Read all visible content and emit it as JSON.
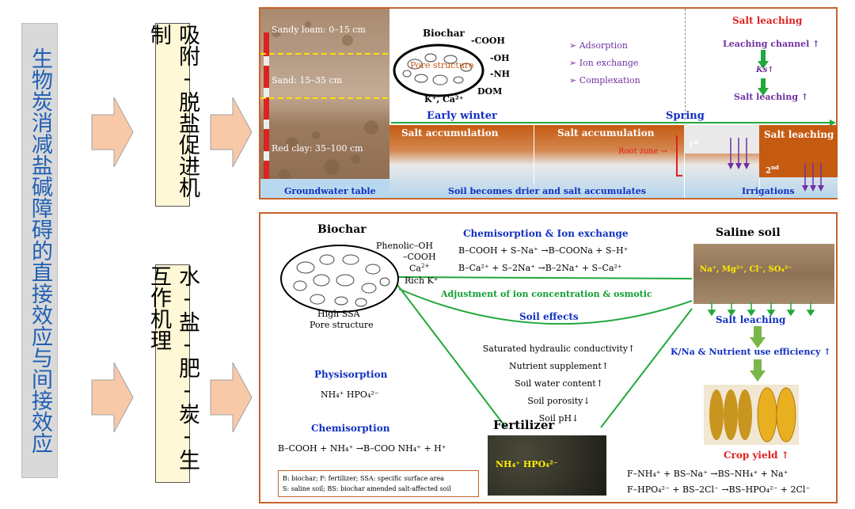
{
  "left_title": "生物炭消减盐碱障碍的直接效应与间接效应",
  "box_top": "吸附-脱盐促进机制",
  "box_bottom": "水-盐-肥-炭-生互作机理",
  "top_panel": {
    "soil_layers": [
      "Sandy loam: 0–15 cm",
      "Sand: 15–35 cm",
      "Red clay: 35–100 cm",
      "Groundwater table"
    ],
    "biochar_label": "Biochar",
    "pore_label": "Pore structure",
    "groups": [
      "-COOH",
      "-OH",
      "-NH",
      "DOM"
    ],
    "ions_label": "K⁺, Ca²⁺",
    "mechanisms": [
      "Adsorption",
      "Ion exchange",
      "Complexation"
    ],
    "salt_leaching_title": "Salt leaching",
    "leaching_channel": "Leaching channel ↑",
    "ks": "Ks↑",
    "salt_leaching_up": "Salt leaching ↑",
    "early_winter": "Early winter",
    "spring": "Spring",
    "salt_accum_1": "Salt accumulation",
    "salt_accum_2": "Salt accumulation",
    "salt_leaching_2": "Salt leaching",
    "root_zone": "Root zone",
    "first": "1",
    "first_sup": "st",
    "second": "2",
    "second_sup": "nd",
    "drier": "Soil becomes drier and salt accumulates",
    "irrigations": "Irrigations"
  },
  "bottom_panel": {
    "biochar_title": "Biochar",
    "phenolic": "Phenolic–OH",
    "cooh": "–COOH",
    "ca": "Ca",
    "ca_sup": "2+",
    "rich_k": "Rich K⁺",
    "high_ssa": "High SSA",
    "pore_structure": "Pore structure",
    "chem_title": "Chemisorption & Ion exchange",
    "eq1": "B–COOH + S–Na⁺ →B–COONa + S–H⁺",
    "eq2": "B–Ca²⁺ + S–2Na⁺ →B–2Na⁺ + S–Ca²⁺",
    "adjust": "Adjustment of ion concentration & osmotic",
    "soil_effects": "Soil effects",
    "saline_soil": "Saline soil",
    "saline_ions": "Na⁺, Mg²⁺, Cl⁻, SO₄²⁻",
    "salt_leaching": "Salt leaching",
    "kna": "K/Na & Nutrient use efficiency ↑",
    "effects": [
      "Saturated hydraulic conductivity↑",
      "Nutrient supplement↑",
      "Soil water content↑",
      "Soil porosity↓",
      "Soil pH↓"
    ],
    "physisorption": "Physisorption",
    "nh4_hpo4": "NH₄⁺  HPO₄²⁻",
    "chemisorption": "Chemisorption",
    "eq3": "B–COOH + NH₄⁺ →B–COO NH₄⁺ + H⁺",
    "fertilizer": "Fertilizer",
    "fert_ions": "NH₄⁺   HPO₄²⁻",
    "crop_yield": "Crop yield ↑",
    "eq4": "F–NH₄⁺ + BS–Na⁺ →BS–NH₄⁺ + Na⁺",
    "eq5": "F–HPO₄²⁻ + BS–2Cl⁻ →BS–HPO₄²⁻ + 2Cl⁻",
    "legend1": "B: biochar;   F: fertilizer;   SSA: specific surface area",
    "legend2": "S: saline soil;  BS: biochar amended salt-affected soil"
  },
  "colors": {
    "accent_orange": "#c8642a",
    "salt_brown": "#c55a11",
    "title_blue": "#1f5fb4",
    "arrow_fill": "#f8c9a8",
    "green_line": "#22a83a"
  }
}
